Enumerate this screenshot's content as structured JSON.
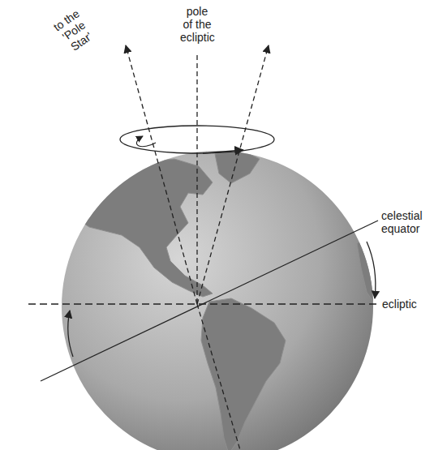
{
  "diagram": {
    "labels": [
      "to the 'Pole Star'",
      "pole of the ecliptic",
      "celestial equator",
      "ecliptic"
    ]
  }
}
